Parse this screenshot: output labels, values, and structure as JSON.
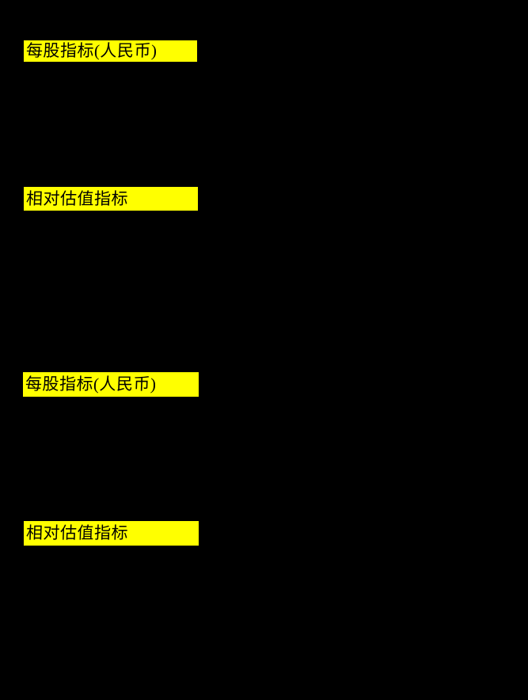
{
  "document": {
    "type": "research-report-page",
    "background_color": "#000000"
  },
  "colors": {
    "section_highlight": "#FFFF00",
    "section_text": "#000000",
    "page_background": "#000000"
  },
  "sections": [
    {
      "label": "每股指标(人民币)"
    },
    {
      "label": "相对估值指标"
    },
    {
      "label": "每股指标(人民币)"
    },
    {
      "label": "相对估值指标"
    }
  ]
}
